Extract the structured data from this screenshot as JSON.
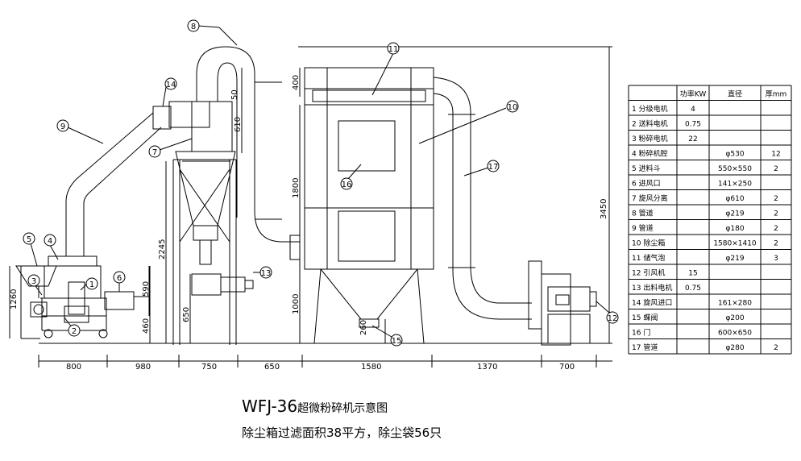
{
  "title": {
    "model": "WFJ-36",
    "name": "超微粉碎机示意图",
    "subtitle": "除尘箱过滤面积38平方，除尘袋56只"
  },
  "table": {
    "headers": [
      "",
      "功率KW",
      "直径",
      "厚mm"
    ],
    "rows": [
      {
        "no": "1",
        "name": "分级电机",
        "power": "4",
        "diameter": "",
        "thick": ""
      },
      {
        "no": "2",
        "name": "送料电机",
        "power": "0.75",
        "diameter": "",
        "thick": ""
      },
      {
        "no": "3",
        "name": "粉碎电机",
        "power": "22",
        "diameter": "",
        "thick": ""
      },
      {
        "no": "4",
        "name": "粉碎机腔",
        "power": "",
        "diameter": "φ530",
        "thick": "12"
      },
      {
        "no": "5",
        "name": "进料斗",
        "power": "",
        "diameter": "550×550",
        "thick": "2"
      },
      {
        "no": "6",
        "name": "进风口",
        "power": "",
        "diameter": "141×250",
        "thick": ""
      },
      {
        "no": "7",
        "name": "旋风分离",
        "power": "",
        "diameter": "φ610",
        "thick": "2"
      },
      {
        "no": "8",
        "name": "管道",
        "power": "",
        "diameter": "φ219",
        "thick": "2"
      },
      {
        "no": "9",
        "name": "管道",
        "power": "",
        "diameter": "φ180",
        "thick": "2"
      },
      {
        "no": "10",
        "name": "除尘箱",
        "power": "",
        "diameter": "1580×1410",
        "thick": "2"
      },
      {
        "no": "11",
        "name": "储气泡",
        "power": "",
        "diameter": "φ219",
        "thick": "3"
      },
      {
        "no": "12",
        "name": "引风机",
        "power": "15",
        "diameter": "",
        "thick": ""
      },
      {
        "no": "13",
        "name": "出料电机",
        "power": "0.75",
        "diameter": "",
        "thick": ""
      },
      {
        "no": "14",
        "name": "旋风进口",
        "power": "",
        "diameter": "161×280",
        "thick": ""
      },
      {
        "no": "15",
        "name": "蝶阀",
        "power": "",
        "diameter": "φ200",
        "thick": ""
      },
      {
        "no": "16",
        "name": "门",
        "power": "",
        "diameter": "600×650",
        "thick": ""
      },
      {
        "no": "17",
        "name": "管道",
        "power": "",
        "diameter": "φ280",
        "thick": "2"
      }
    ]
  },
  "dimensions": {
    "bottom": [
      "800",
      "980",
      "750",
      "650",
      "1580",
      "1370",
      "700"
    ],
    "vertical": [
      "1260",
      "590",
      "460",
      "2245",
      "650",
      "610",
      "50",
      "400",
      "1800",
      "1000",
      "3450",
      "260"
    ]
  },
  "callouts": [
    "1",
    "2",
    "3",
    "4",
    "5",
    "6",
    "7",
    "8",
    "9",
    "10",
    "11",
    "12",
    "13",
    "14",
    "15",
    "16",
    "17"
  ]
}
